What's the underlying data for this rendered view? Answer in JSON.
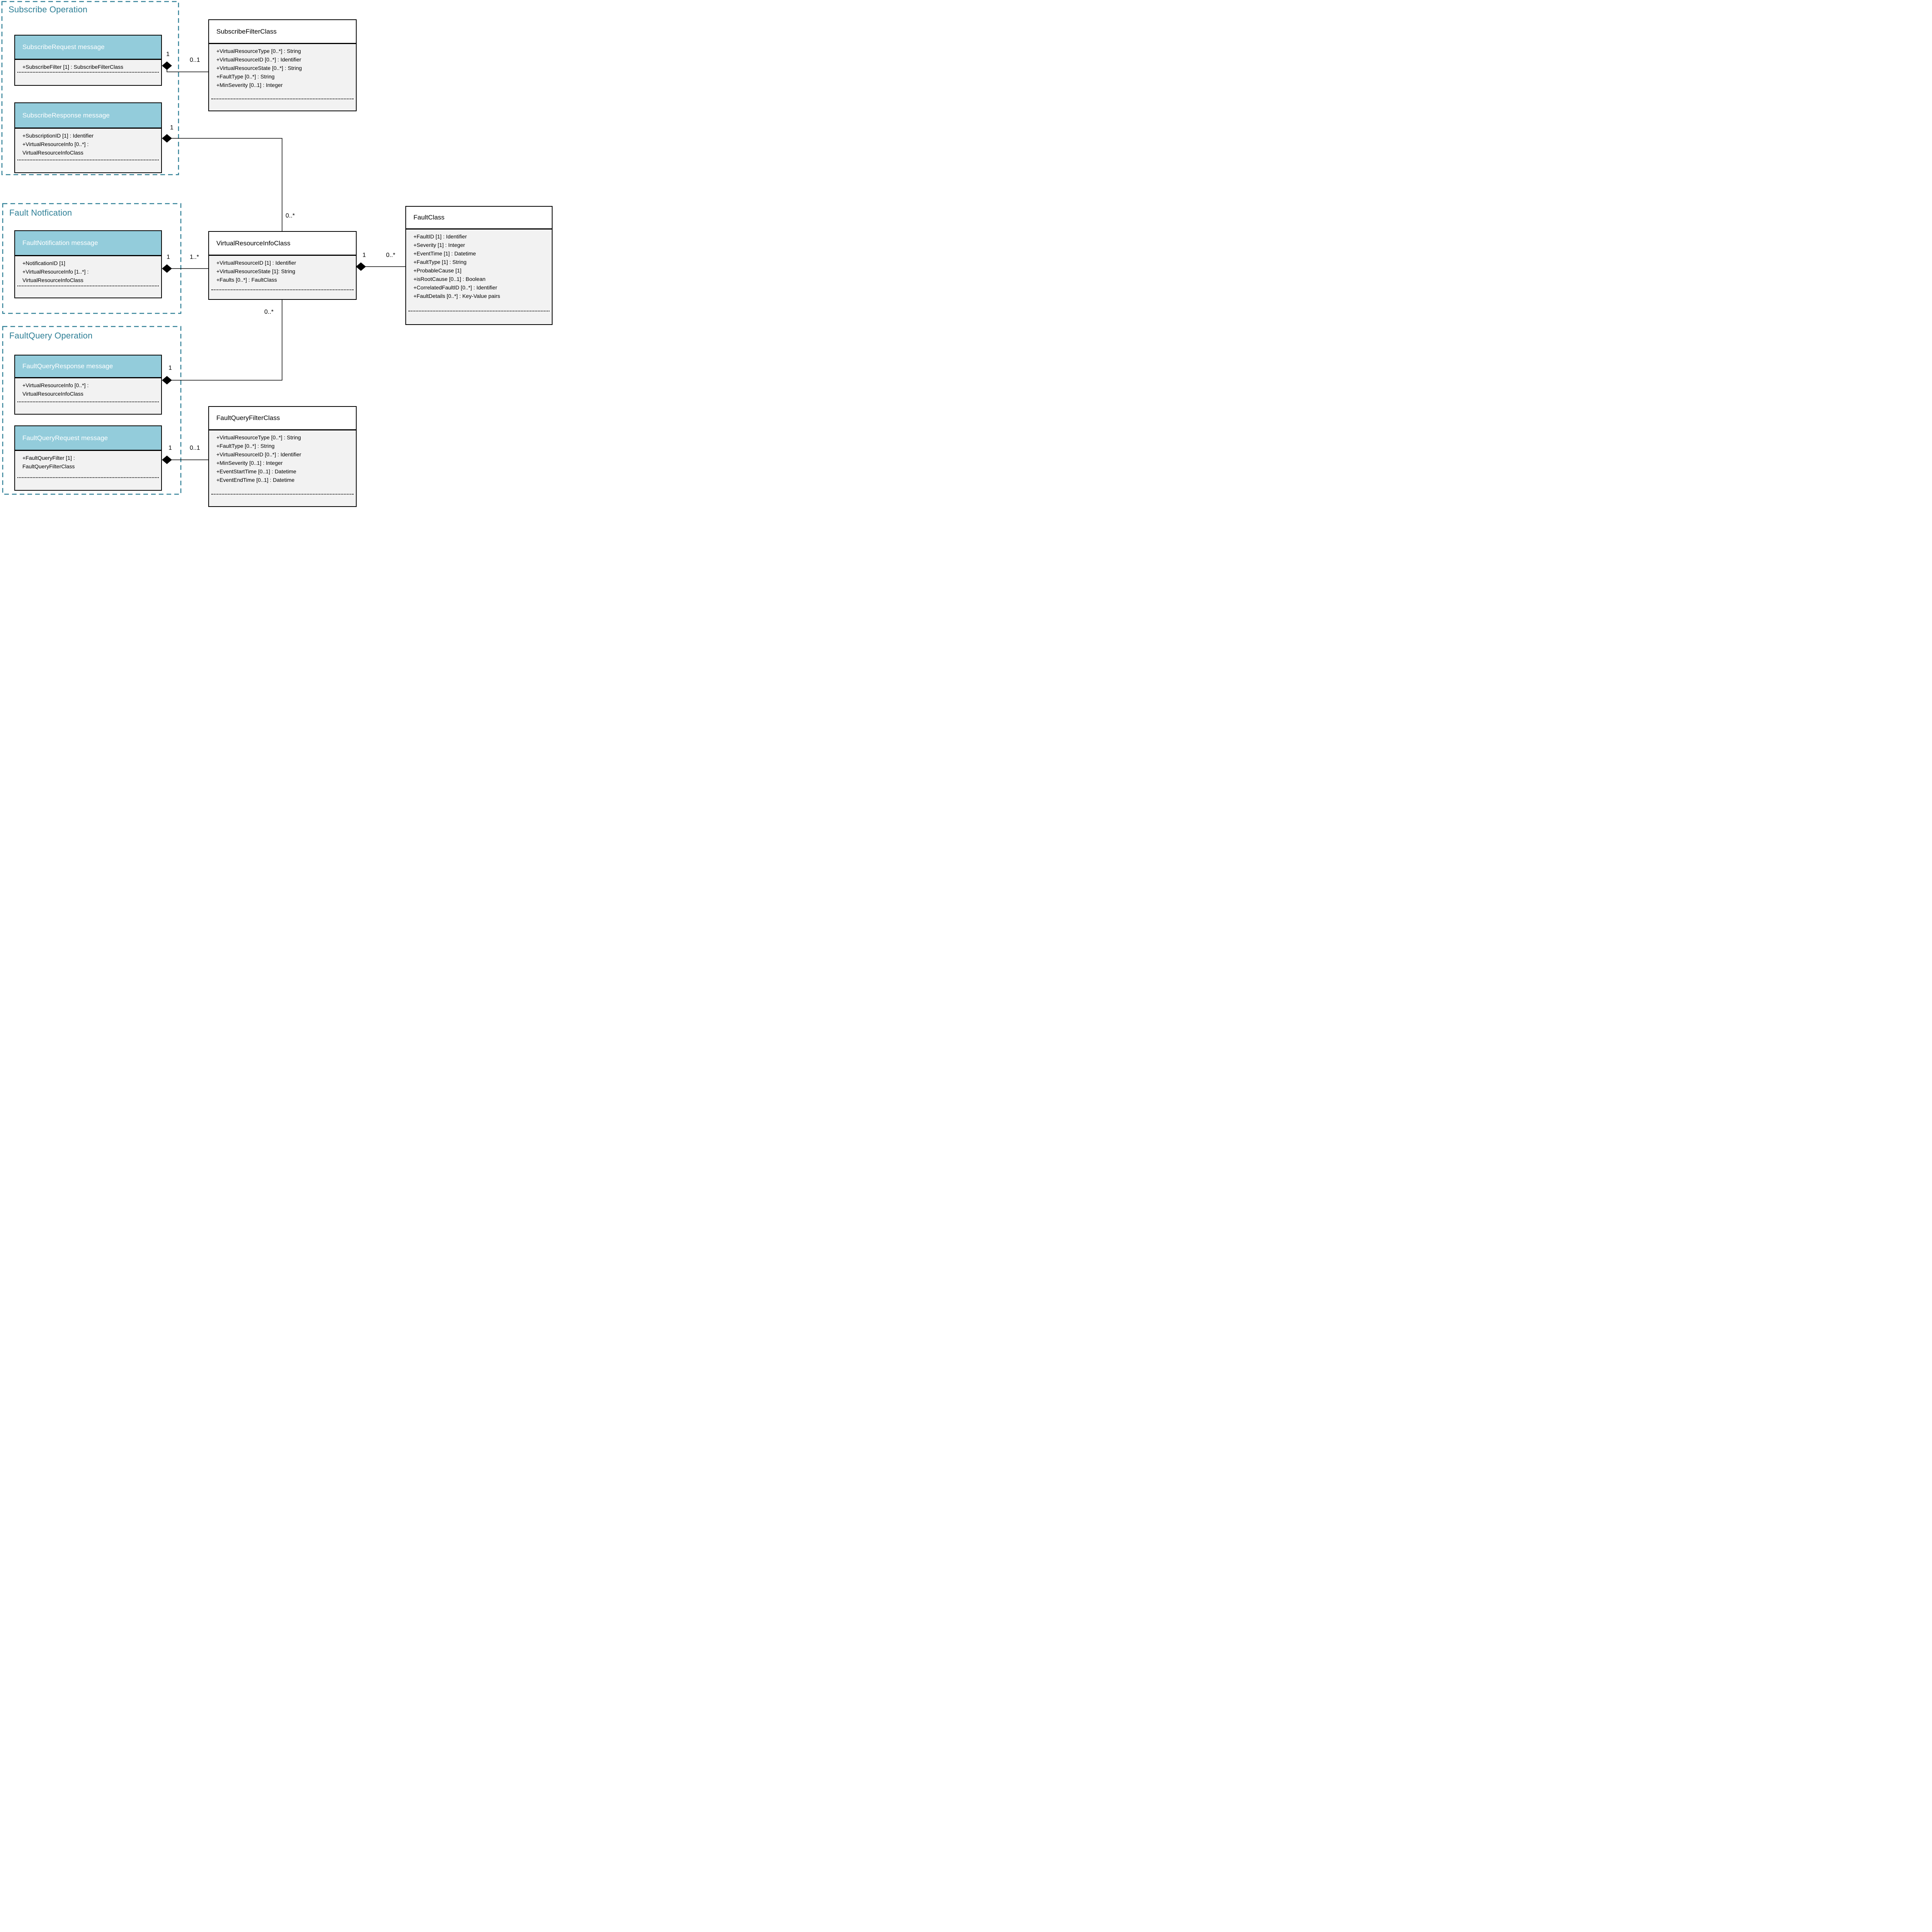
{
  "diagram_title": "Fault management UML class diagram",
  "colors": {
    "teal_accent": "#2E7F96",
    "message_header_blue": "#93CCDB",
    "attribute_background": "#F2F2F2",
    "line_black": "#000000"
  },
  "groups": {
    "subscribe": {
      "title": "Subscribe Operation"
    },
    "fault_notification": {
      "title": "Fault Notfication"
    },
    "fault_query": {
      "title": "FaultQuery Operation"
    }
  },
  "boxes": {
    "subscribeRequest": {
      "title": "SubscribeRequest message",
      "attrs": [
        "+SubscribeFilter [1] : SubscribeFilterClass"
      ]
    },
    "subscribeResponse": {
      "title": "SubscribeResponse message",
      "attrs": [
        "+SubscriptionID [1] : Identifier",
        "+VirtualResourceInfo [0..*] :",
        "VirtualResourceInfoClass"
      ]
    },
    "subscribeFilterClass": {
      "title": "SubscribeFilterClass",
      "attrs": [
        "+VirtualResourceType [0..*] : String",
        "+VirtualResourceID [0..*] : Identifier",
        "+VirtualResourceState [0..*] : String",
        "+FaultType [0..*] : String",
        "+MinSeverity [0..1] : Integer"
      ]
    },
    "faultNotification": {
      "title": "FaultNotification message",
      "attrs": [
        "+NotificationID [1]",
        "+VirtualResourceInfo [1..*] :",
        "VirtualResourceInfoClass"
      ]
    },
    "virtualResourceInfoClass": {
      "title": "VirtualResourceInfoClass",
      "attrs": [
        "+VirtualResourceID [1] : Identifier",
        "+VirtualResourceState [1]: String",
        "+Faults [0..*] : FaultClass"
      ]
    },
    "faultClass": {
      "title": "FaultClass",
      "attrs": [
        "+FaultID [1] : Identifier",
        "+Severity [1] : Integer",
        "+EventTime [1] : Datetime",
        "+FaultType [1] : String",
        "+ProbableCause [1]",
        "+isRootCause [0..1] : Boolean",
        "+CorrelatedFaultID [0..*] : Identifier",
        "+FaultDetails [0..*] : Key-Value pairs"
      ]
    },
    "faultQueryResponse": {
      "title": "FaultQueryResponse message",
      "attrs": [
        "+VirtualResourceInfo [0..*] :",
        "VirtualResourceInfoClass"
      ]
    },
    "faultQueryRequest": {
      "title": "FaultQueryRequest message",
      "attrs": [
        "+FaultQueryFilter [1] :",
        "FaultQueryFilterClass"
      ]
    },
    "faultQueryFilterClass": {
      "title": "FaultQueryFilterClass",
      "attrs": [
        "+VirtualResourceType [0..*] : String",
        "+FaultType [0..*] : String",
        "+VirtualResourceID [0..*] : Identifier",
        "+MinSeverity [0..1] : Integer",
        "+EventStartTime [0..1] : Datetime",
        "+EventEndTime [0..1] : Datetime"
      ]
    }
  },
  "connectors": {
    "subscribe_request_to_filter": {
      "source": "1",
      "target": "0..1"
    },
    "subscribe_response_to_vric": {
      "source": "1",
      "target": "0..*"
    },
    "fault_notification_to_vric": {
      "source": "1",
      "target": "1..*"
    },
    "vric_to_fault_class": {
      "source": "1",
      "target": "0..*"
    },
    "fault_query_response_to_vric": {
      "source": "1",
      "target": "0..*"
    },
    "fault_query_request_to_filter": {
      "source": "1",
      "target": "0..1"
    }
  }
}
